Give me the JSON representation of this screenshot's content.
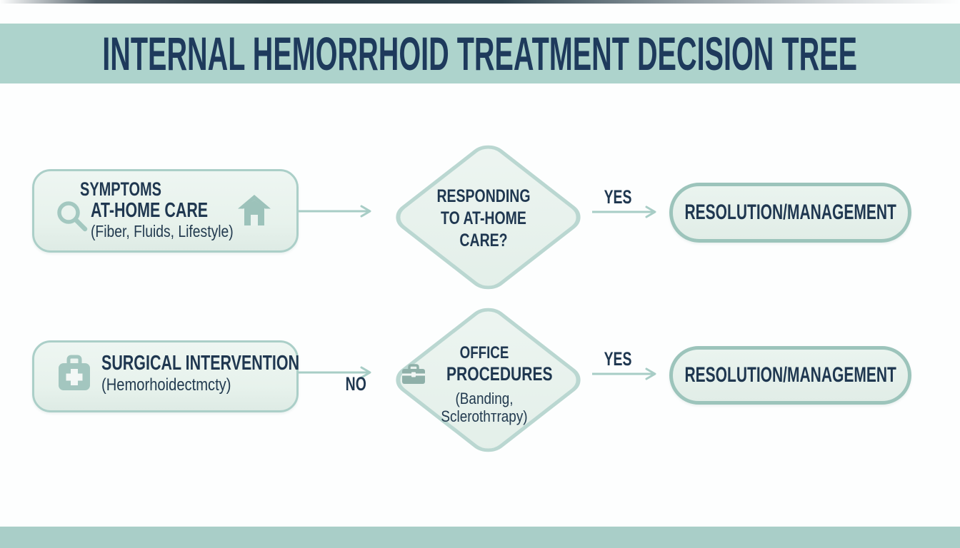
{
  "header": {
    "title": "INTERNAL HEMORRHOID TREATMENT DECISION TREE"
  },
  "tree": {
    "row_top": {
      "start_node": {
        "icons": [
          "magnifier-icon",
          "house-icon"
        ],
        "line1": "SYMPTOMS",
        "line2": "AT-HOME CARE",
        "line3": "(Fiber, Fluids, Lifestyle)"
      },
      "decision_node": {
        "line1": "RESPONDING",
        "line2": "TO AT-HOME",
        "line3": "CARE?"
      },
      "yes_label": "YES",
      "outcome_node": {
        "label": "RESOLUTION/MANAGEMENT"
      }
    },
    "row_bottom": {
      "start_node": {
        "icons": [
          "medical-bag-icon"
        ],
        "line1": "SURGICAL INTERVENTION",
        "line2": "(Hemorhoidectmcty)"
      },
      "no_label": "NO",
      "decision_node": {
        "icon": "briefcase-icon",
        "line1": "OFFICE",
        "line2": "PROCEDURES",
        "line3": "(Banding,",
        "line4": "Sclerothтrapy)"
      },
      "yes_label": "YES",
      "outcome_node": {
        "label": "RESOLUTION/MANAGEMENT"
      }
    }
  },
  "colors": {
    "banner": "#add3cc",
    "title_text": "#1e3a5c",
    "node_fill": "#e9f3ef",
    "node_border": "#abcfc8",
    "outcome_border": "#9cc4bb",
    "diamond_fill": "#e7f0ec",
    "diamond_border": "#bad7d1",
    "arrow": "#a8cdc6",
    "body_text": "#1f3750",
    "icon_teal": "#9fc4bc",
    "footer_band": "#a9cec8"
  }
}
